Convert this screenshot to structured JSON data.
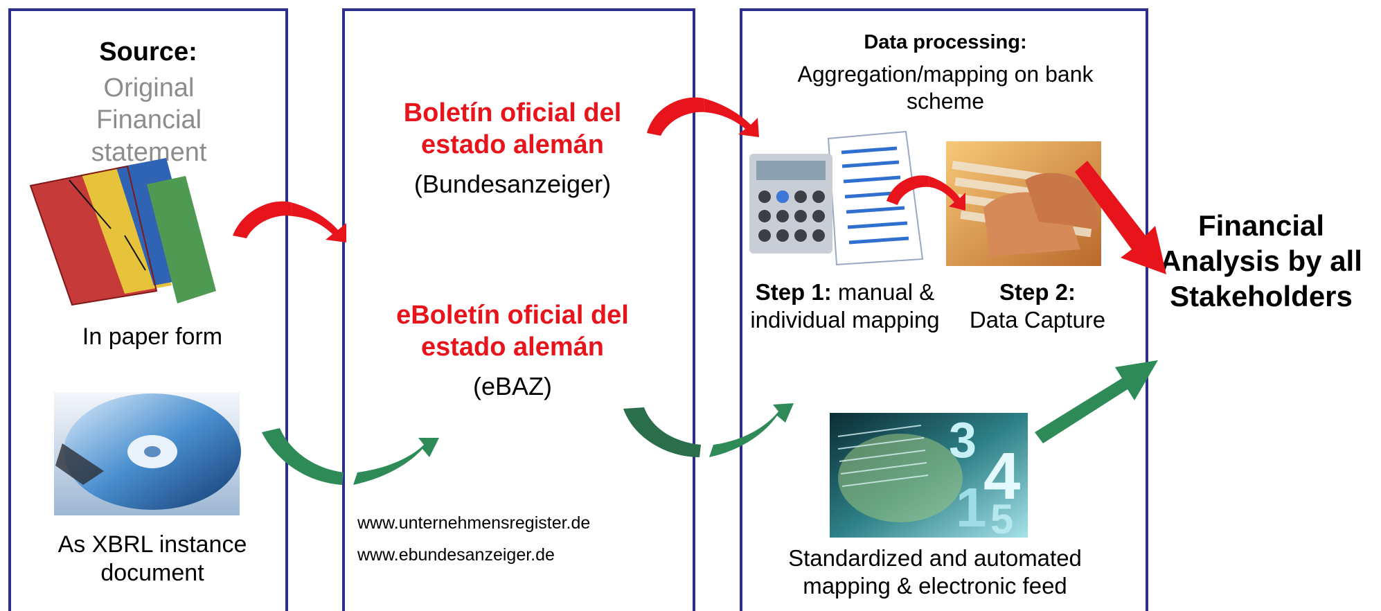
{
  "source": {
    "heading": "Source:",
    "subheading": "Original Financial statement",
    "paper_caption": "In paper form",
    "xbrl_caption": "As XBRL instance document"
  },
  "publication": {
    "bulletin_title": "Boletín oficial del estado alemán",
    "bulletin_abbr": "(Bundesanzeiger)",
    "ebulletin_title": "eBoletín oficial del estado alemán",
    "ebulletin_abbr": "(eBAZ)",
    "url_1": "www.unternehmensregister.de",
    "url_2": "www.ebundesanzeiger.de"
  },
  "processing": {
    "heading": "Data processing:",
    "description": "Aggregation/mapping on bank scheme",
    "step1_label": "Step 1:",
    "step1_text": " manual & individual mapping",
    "step2_label": "Step 2:",
    "step2_text": "Data Capture",
    "automated_text": "Standardized and automated mapping & electronic feed"
  },
  "result": {
    "text": "Financial Analysis by all Stakeholders"
  },
  "colors": {
    "border": "#2e2f8c",
    "red_arrow": "#e8141b",
    "green_arrow": "#2e8b57",
    "highlight_red": "#e8141b",
    "muted_gray": "#8c8c8c"
  },
  "icons": [
    "folder-stack-image",
    "cd-disc-image",
    "calculator-spreadsheet-image",
    "keyboard-typing-image",
    "digital-numbers-image"
  ]
}
